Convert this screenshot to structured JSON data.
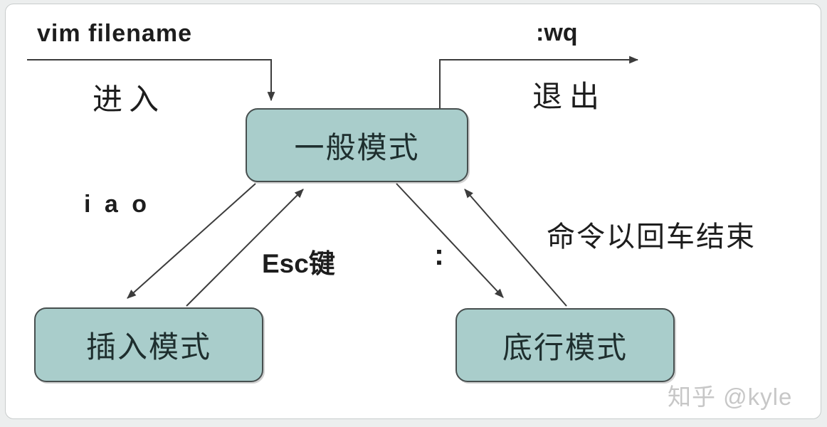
{
  "diagram": {
    "title_semantic": "vim mode transition diagram",
    "nodes": {
      "general": "一般模式",
      "insert": "插入模式",
      "lastline": "底行模式"
    },
    "labels": {
      "enter_command": "vim filename",
      "enter_action": "进入",
      "exit_command": ":wq",
      "exit_action": "退出",
      "to_insert_keys": "i a o",
      "to_general_key": "Esc键",
      "to_lastline_key": ":",
      "note": "命令以回车结束"
    },
    "watermark": "知乎 @kyle",
    "colors": {
      "node_fill": "#a9cdcb",
      "node_border": "#474f4f",
      "line": "#3c3c3c",
      "text": "#1d1d1d",
      "watermark": "#c7c7c7",
      "card_border": "#c8cccc"
    }
  }
}
